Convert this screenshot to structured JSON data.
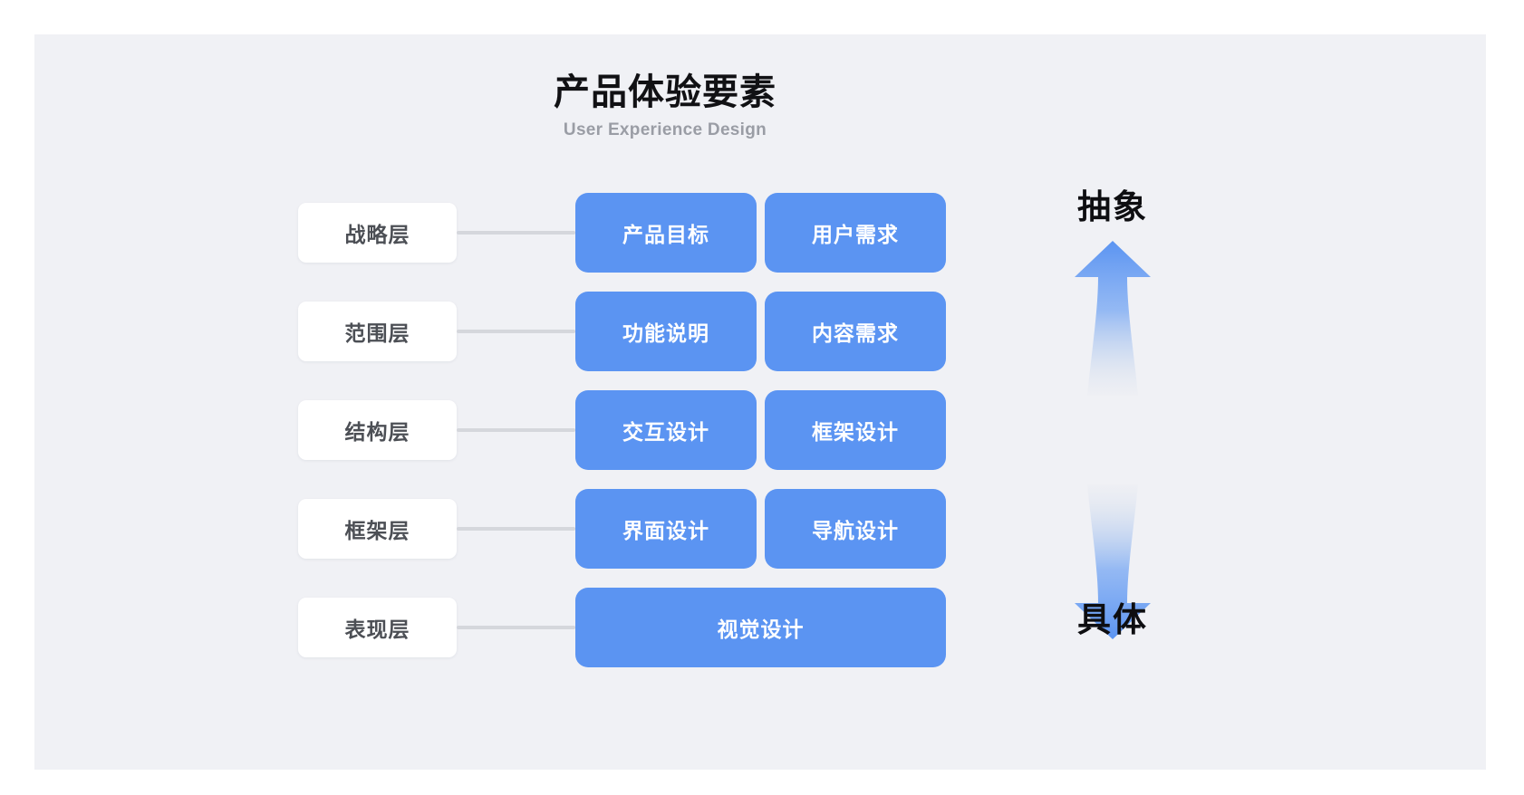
{
  "header": {
    "title": "产品体验要素",
    "subtitle": "User Experience Design"
  },
  "colors": {
    "panel_background": "#f0f1f5",
    "card_blue": "#5b94f2",
    "label_card": "#ffffff",
    "connector_gray": "#d5d7dc",
    "title_text": "#111114",
    "subtitle_text": "#9a9da5",
    "label_text": "#4c4f55"
  },
  "axis": {
    "top_label": "抽象",
    "bottom_label": "具体",
    "up_arrow_icon": "arrow-up-gradient-icon",
    "down_arrow_icon": "arrow-down-gradient-icon"
  },
  "layers": [
    {
      "label": "战略层",
      "cards": [
        "产品目标",
        "用户需求"
      ]
    },
    {
      "label": "范围层",
      "cards": [
        "功能说明",
        "内容需求"
      ]
    },
    {
      "label": "结构层",
      "cards": [
        "交互设计",
        "框架设计"
      ]
    },
    {
      "label": "框架层",
      "cards": [
        "界面设计",
        "导航设计"
      ]
    },
    {
      "label": "表现层",
      "cards": [
        "视觉设计"
      ]
    }
  ]
}
